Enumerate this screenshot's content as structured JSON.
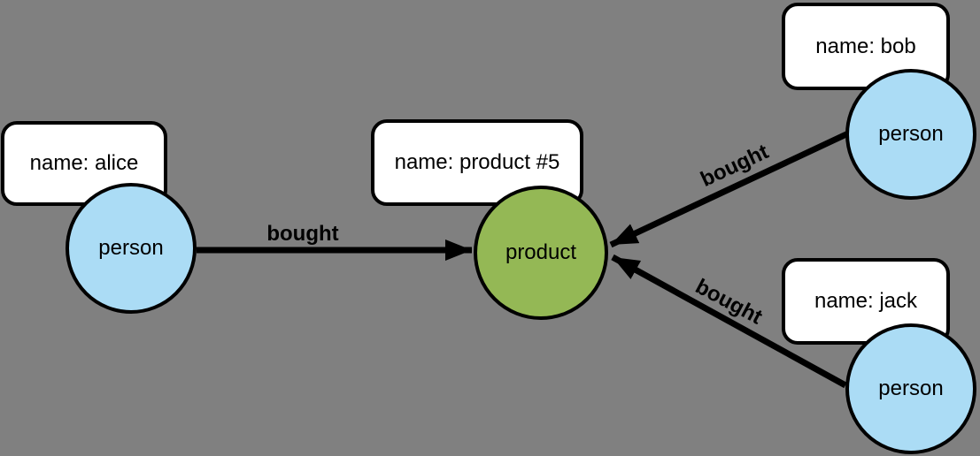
{
  "theme": {
    "background": "#808080",
    "person_fill": "#ABDCF5",
    "product_fill": "#94B855",
    "box_fill": "#FFFFFF",
    "line_color": "#000000",
    "text_color": "#000000"
  },
  "nodes": [
    {
      "id": "alice",
      "type": "person",
      "label": "person",
      "property": "name: alice"
    },
    {
      "id": "product",
      "type": "product",
      "label": "product",
      "property": "name: product #5"
    },
    {
      "id": "bob",
      "type": "person",
      "label": "person",
      "property": "name: bob"
    },
    {
      "id": "jack",
      "type": "person",
      "label": "person",
      "property": "name: jack"
    }
  ],
  "edges": [
    {
      "from": "alice",
      "to": "product",
      "label": "bought"
    },
    {
      "from": "bob",
      "to": "product",
      "label": "bought"
    },
    {
      "from": "jack",
      "to": "product",
      "label": "bought"
    }
  ]
}
